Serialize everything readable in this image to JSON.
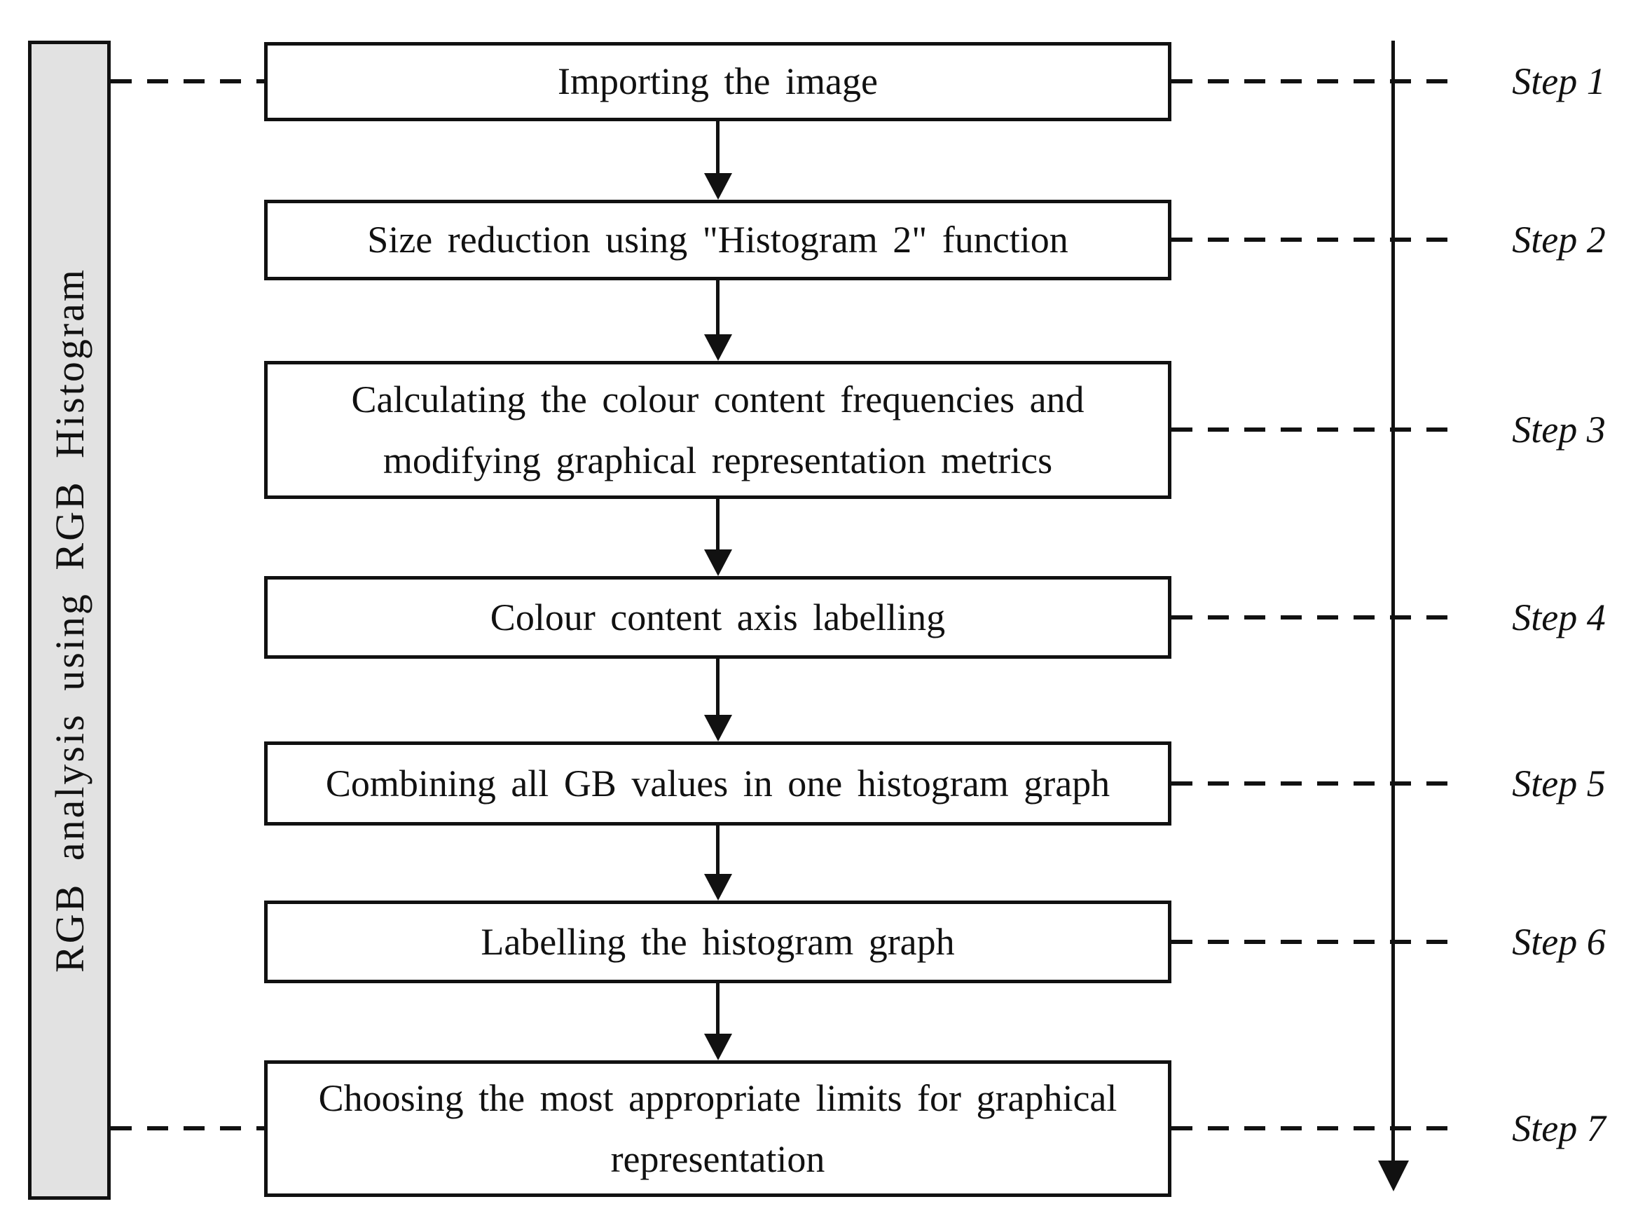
{
  "diagram": {
    "title_note": "flowchart figure",
    "sidebar": {
      "label": "RGB analysis using RGB Histogram"
    },
    "steps": [
      {
        "step": "Step 1",
        "label": "Importing the image"
      },
      {
        "step": "Step 2",
        "label": "Size reduction using \"Histogram 2\" function"
      },
      {
        "step": "Step 3",
        "label": "Calculating the colour content frequencies and modifying graphical representation metrics"
      },
      {
        "step": "Step 4",
        "label": "Colour content axis labelling"
      },
      {
        "step": "Step 5",
        "label": "Combining all GB values in one histogram graph"
      },
      {
        "step": "Step 6",
        "label": "Labelling the histogram graph"
      },
      {
        "step": "Step 7",
        "label": "Choosing the most appropriate limits for graphical representation"
      }
    ],
    "colors": {
      "sidebar_fill": "#e2e2e2",
      "line_color": "#111111",
      "background": "#ffffff"
    }
  }
}
